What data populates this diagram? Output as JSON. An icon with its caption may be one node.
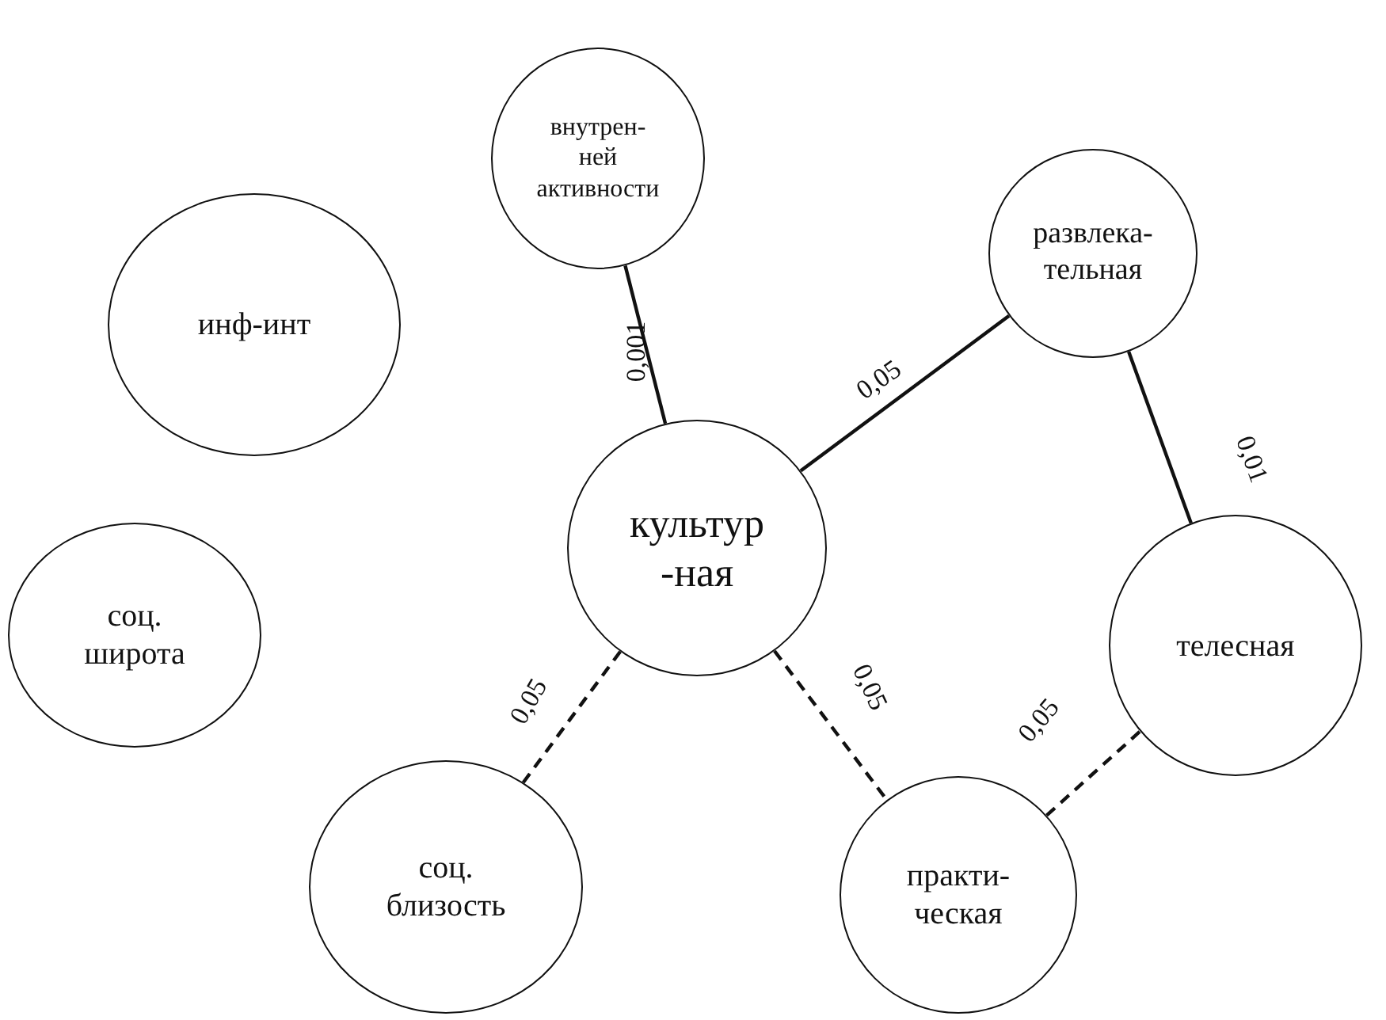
{
  "diagram": {
    "nodes": [
      {
        "text": [
          "внутрен- ней активности"
        ]
      },
      {
        "text": [
          "инф-инт"
        ]
      },
      {
        "text": [
          "развлека- тельная"
        ]
      },
      {
        "text": [
          "культур -ная"
        ]
      },
      {
        "text": [
          "соц. широта"
        ]
      },
      {
        "text": [
          "телесная"
        ]
      },
      {
        "text": [
          "соц. близость"
        ]
      },
      {
        "text": [
          "практи- ческая"
        ]
      }
    ],
    "edges": [
      {
        "from": 0,
        "to": 3,
        "arrow": "none",
        "label": "0,001"
      },
      {
        "from": 3,
        "to": 2,
        "arrow": "none",
        "label": "0,05"
      },
      {
        "from": 2,
        "to": 5,
        "arrow": "none",
        "label": "0,01"
      },
      {
        "from": 3,
        "to": 6,
        "arrow": "none",
        "label": "0,05",
        "style": "dashed"
      },
      {
        "from": 3,
        "to": 7,
        "arrow": "none",
        "label": "0,05",
        "style": "dashed"
      },
      {
        "from": 7,
        "to": 5,
        "arrow": "none",
        "label": "0,05",
        "style": "dashed"
      }
    ]
  }
}
